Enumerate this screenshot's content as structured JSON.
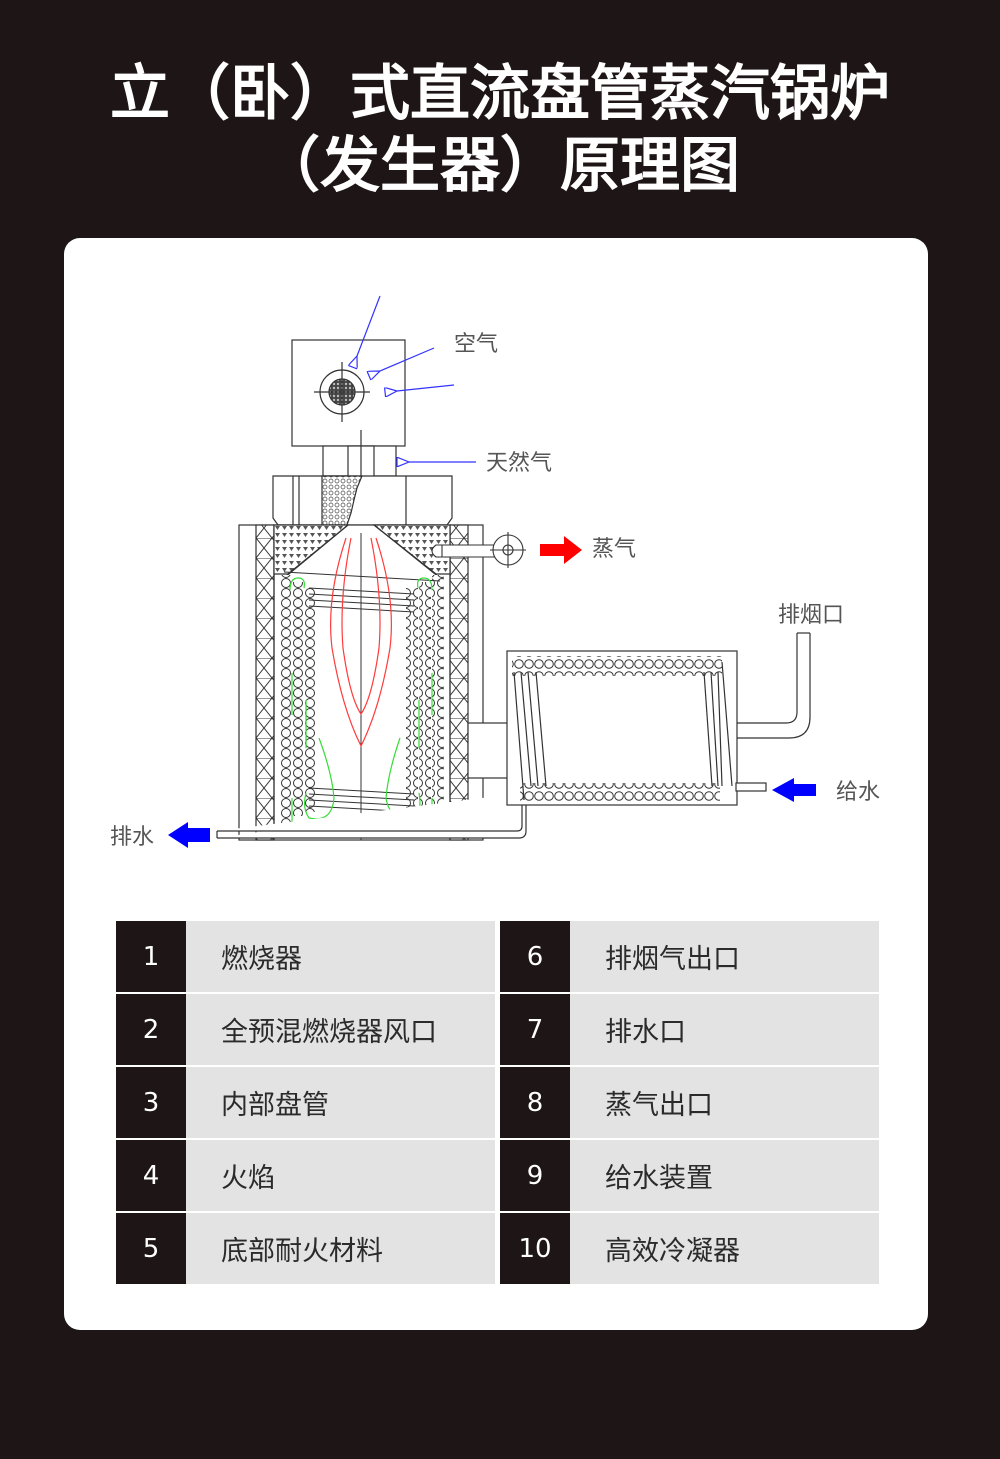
{
  "title": {
    "line1": "立（卧）式直流盘管蒸汽锅炉",
    "line2": "（发生器）原理图"
  },
  "colors": {
    "background": "#1e1516",
    "card": "#ffffff",
    "number_cell": "#1e1516",
    "label_cell": "#e3e3e3",
    "flame": "#ff3b3b",
    "flow_arrow": "#33dd33",
    "air_arrow": "#3333ff",
    "steam_arrow": "#ff0000",
    "water_arrow": "#0000ff"
  },
  "diagram": {
    "labels": {
      "air": "空气",
      "natural_gas": "天然气",
      "steam": "蒸气",
      "flue_outlet": "排烟口",
      "feed_water": "给水",
      "drain": "排水"
    }
  },
  "legend": [
    {
      "num": "1",
      "label": "燃烧器"
    },
    {
      "num": "2",
      "label": "全预混燃烧器风口"
    },
    {
      "num": "3",
      "label": "内部盘管"
    },
    {
      "num": "4",
      "label": "火焰"
    },
    {
      "num": "5",
      "label": "底部耐火材料"
    },
    {
      "num": "6",
      "label": "排烟气出口"
    },
    {
      "num": "7",
      "label": "排水口"
    },
    {
      "num": "8",
      "label": "蒸气出口"
    },
    {
      "num": "9",
      "label": "给水装置"
    },
    {
      "num": "10",
      "label": "高效冷凝器"
    }
  ]
}
